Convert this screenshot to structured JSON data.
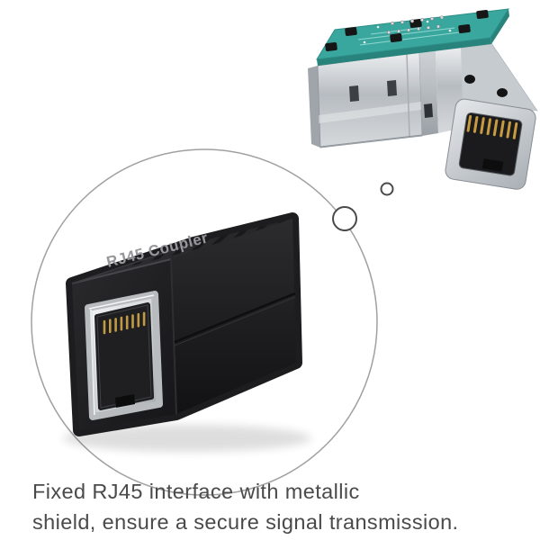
{
  "caption": {
    "line1": "Fixed RJ45 interface with metallic",
    "line2": "shield, ensure a secure signal transmission."
  },
  "coupler": {
    "label": "RJ45 Coupler"
  },
  "colors": {
    "background": "#ffffff",
    "caption_text": "#4a4a4a",
    "magnifier_stroke": "#a0a0a0",
    "coupler_black": "#1d1d1f",
    "bezel_silver": "#d6d9dc",
    "pcb_teal": "#3aa79e",
    "shield_silver": "#c9ced3",
    "pin_gold": "#c29a45"
  }
}
